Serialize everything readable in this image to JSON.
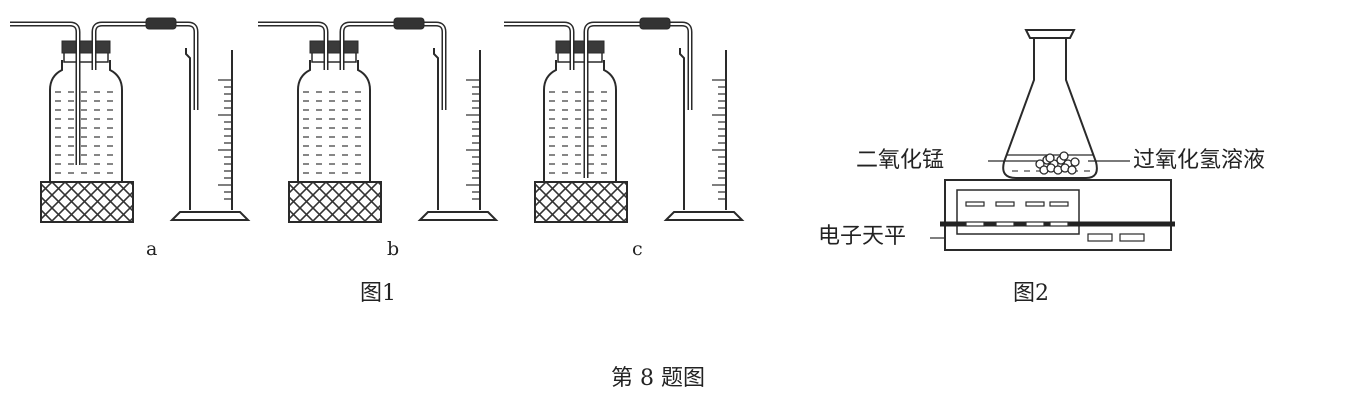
{
  "figure1": {
    "caption": "图1",
    "setups": [
      {
        "label": "a"
      },
      {
        "label": "b"
      },
      {
        "label": "c"
      }
    ]
  },
  "figure2": {
    "caption": "图2",
    "labels": {
      "manganese_dioxide": "二氧化锰",
      "hydrogen_peroxide": "过氧化氢溶液",
      "electronic_balance": "电子天平"
    }
  },
  "overall_caption": "第 8 题图"
}
